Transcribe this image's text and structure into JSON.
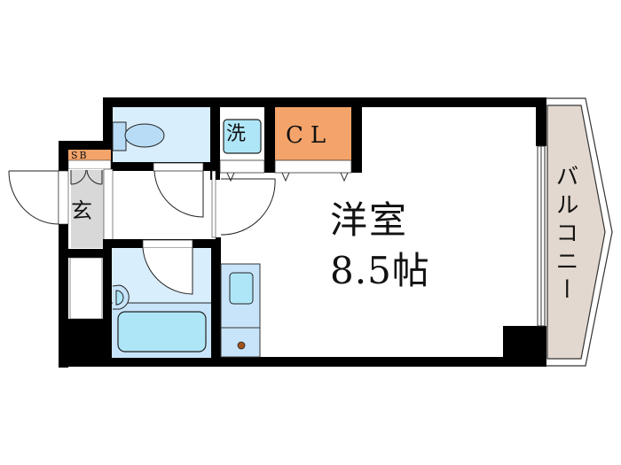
{
  "floor_plan": {
    "rooms": {
      "western_room": {
        "label": "洋室",
        "size": "8.5帖"
      },
      "closet": {
        "label": "CL"
      },
      "washer": {
        "label": "洗"
      },
      "shoe_box": {
        "label": "SB"
      },
      "entrance": {
        "label": "玄"
      },
      "balcony": {
        "label": "バルコニー"
      }
    },
    "colors": {
      "wall": "#000000",
      "wet_area": "#d9eefc",
      "fixture": "#aee6f7",
      "closet": "#f4a46a",
      "entrance": "#d8d8d8",
      "balcony": "#e3d8cf",
      "drain": "#a0521c"
    }
  }
}
